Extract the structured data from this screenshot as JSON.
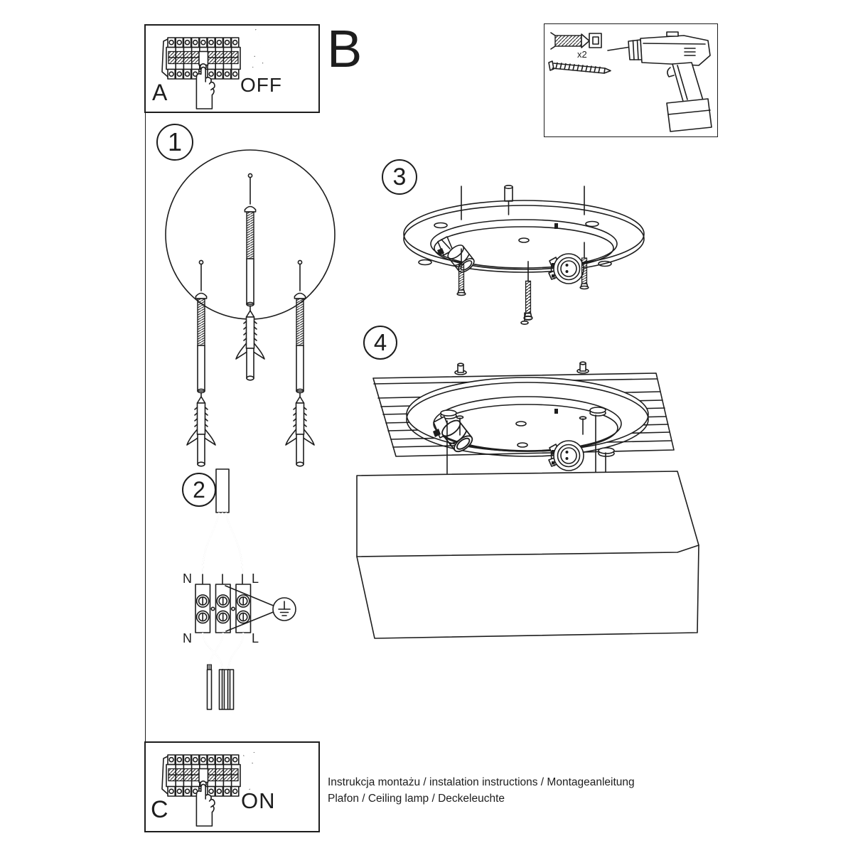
{
  "document": {
    "background": "#ffffff",
    "ink_color": "#1d1d1d"
  },
  "power_off_panel": {
    "label": "A",
    "action": "OFF"
  },
  "power_on_panel": {
    "label": "C",
    "action": "ON"
  },
  "section_b_label": "B",
  "tools": {
    "anchor_quantity": "x2"
  },
  "steps": {
    "step1": "1",
    "step2": "2",
    "step3": "3",
    "step4": "4"
  },
  "wiring_labels": {
    "neutral_top": "N",
    "live_top": "L",
    "neutral_bottom": "N",
    "live_bottom": "L"
  },
  "footer": {
    "line1": "Instrukcja montażu / instalation instructions / Montageanleitung",
    "line2": "Plafon / Ceiling lamp / Deckeleuchte"
  }
}
